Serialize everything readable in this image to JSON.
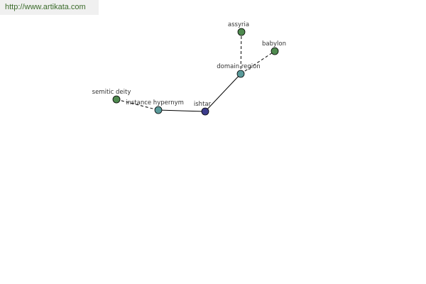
{
  "source": {
    "url_text": "http://www.artikata.com"
  },
  "colors": {
    "leaf": "#4f8a4f",
    "relation": "#5a9a9a",
    "center": "#3c3c8c"
  },
  "graph": {
    "center": {
      "label": "ishtar",
      "kind": "center"
    },
    "relations": [
      {
        "label": "instance hypernym",
        "kind": "relation"
      },
      {
        "label": "domain region",
        "kind": "relation"
      }
    ],
    "leaves": [
      {
        "label": "semitic deity",
        "kind": "leaf"
      },
      {
        "label": "assyria",
        "kind": "leaf"
      },
      {
        "label": "babylon",
        "kind": "leaf"
      }
    ]
  }
}
